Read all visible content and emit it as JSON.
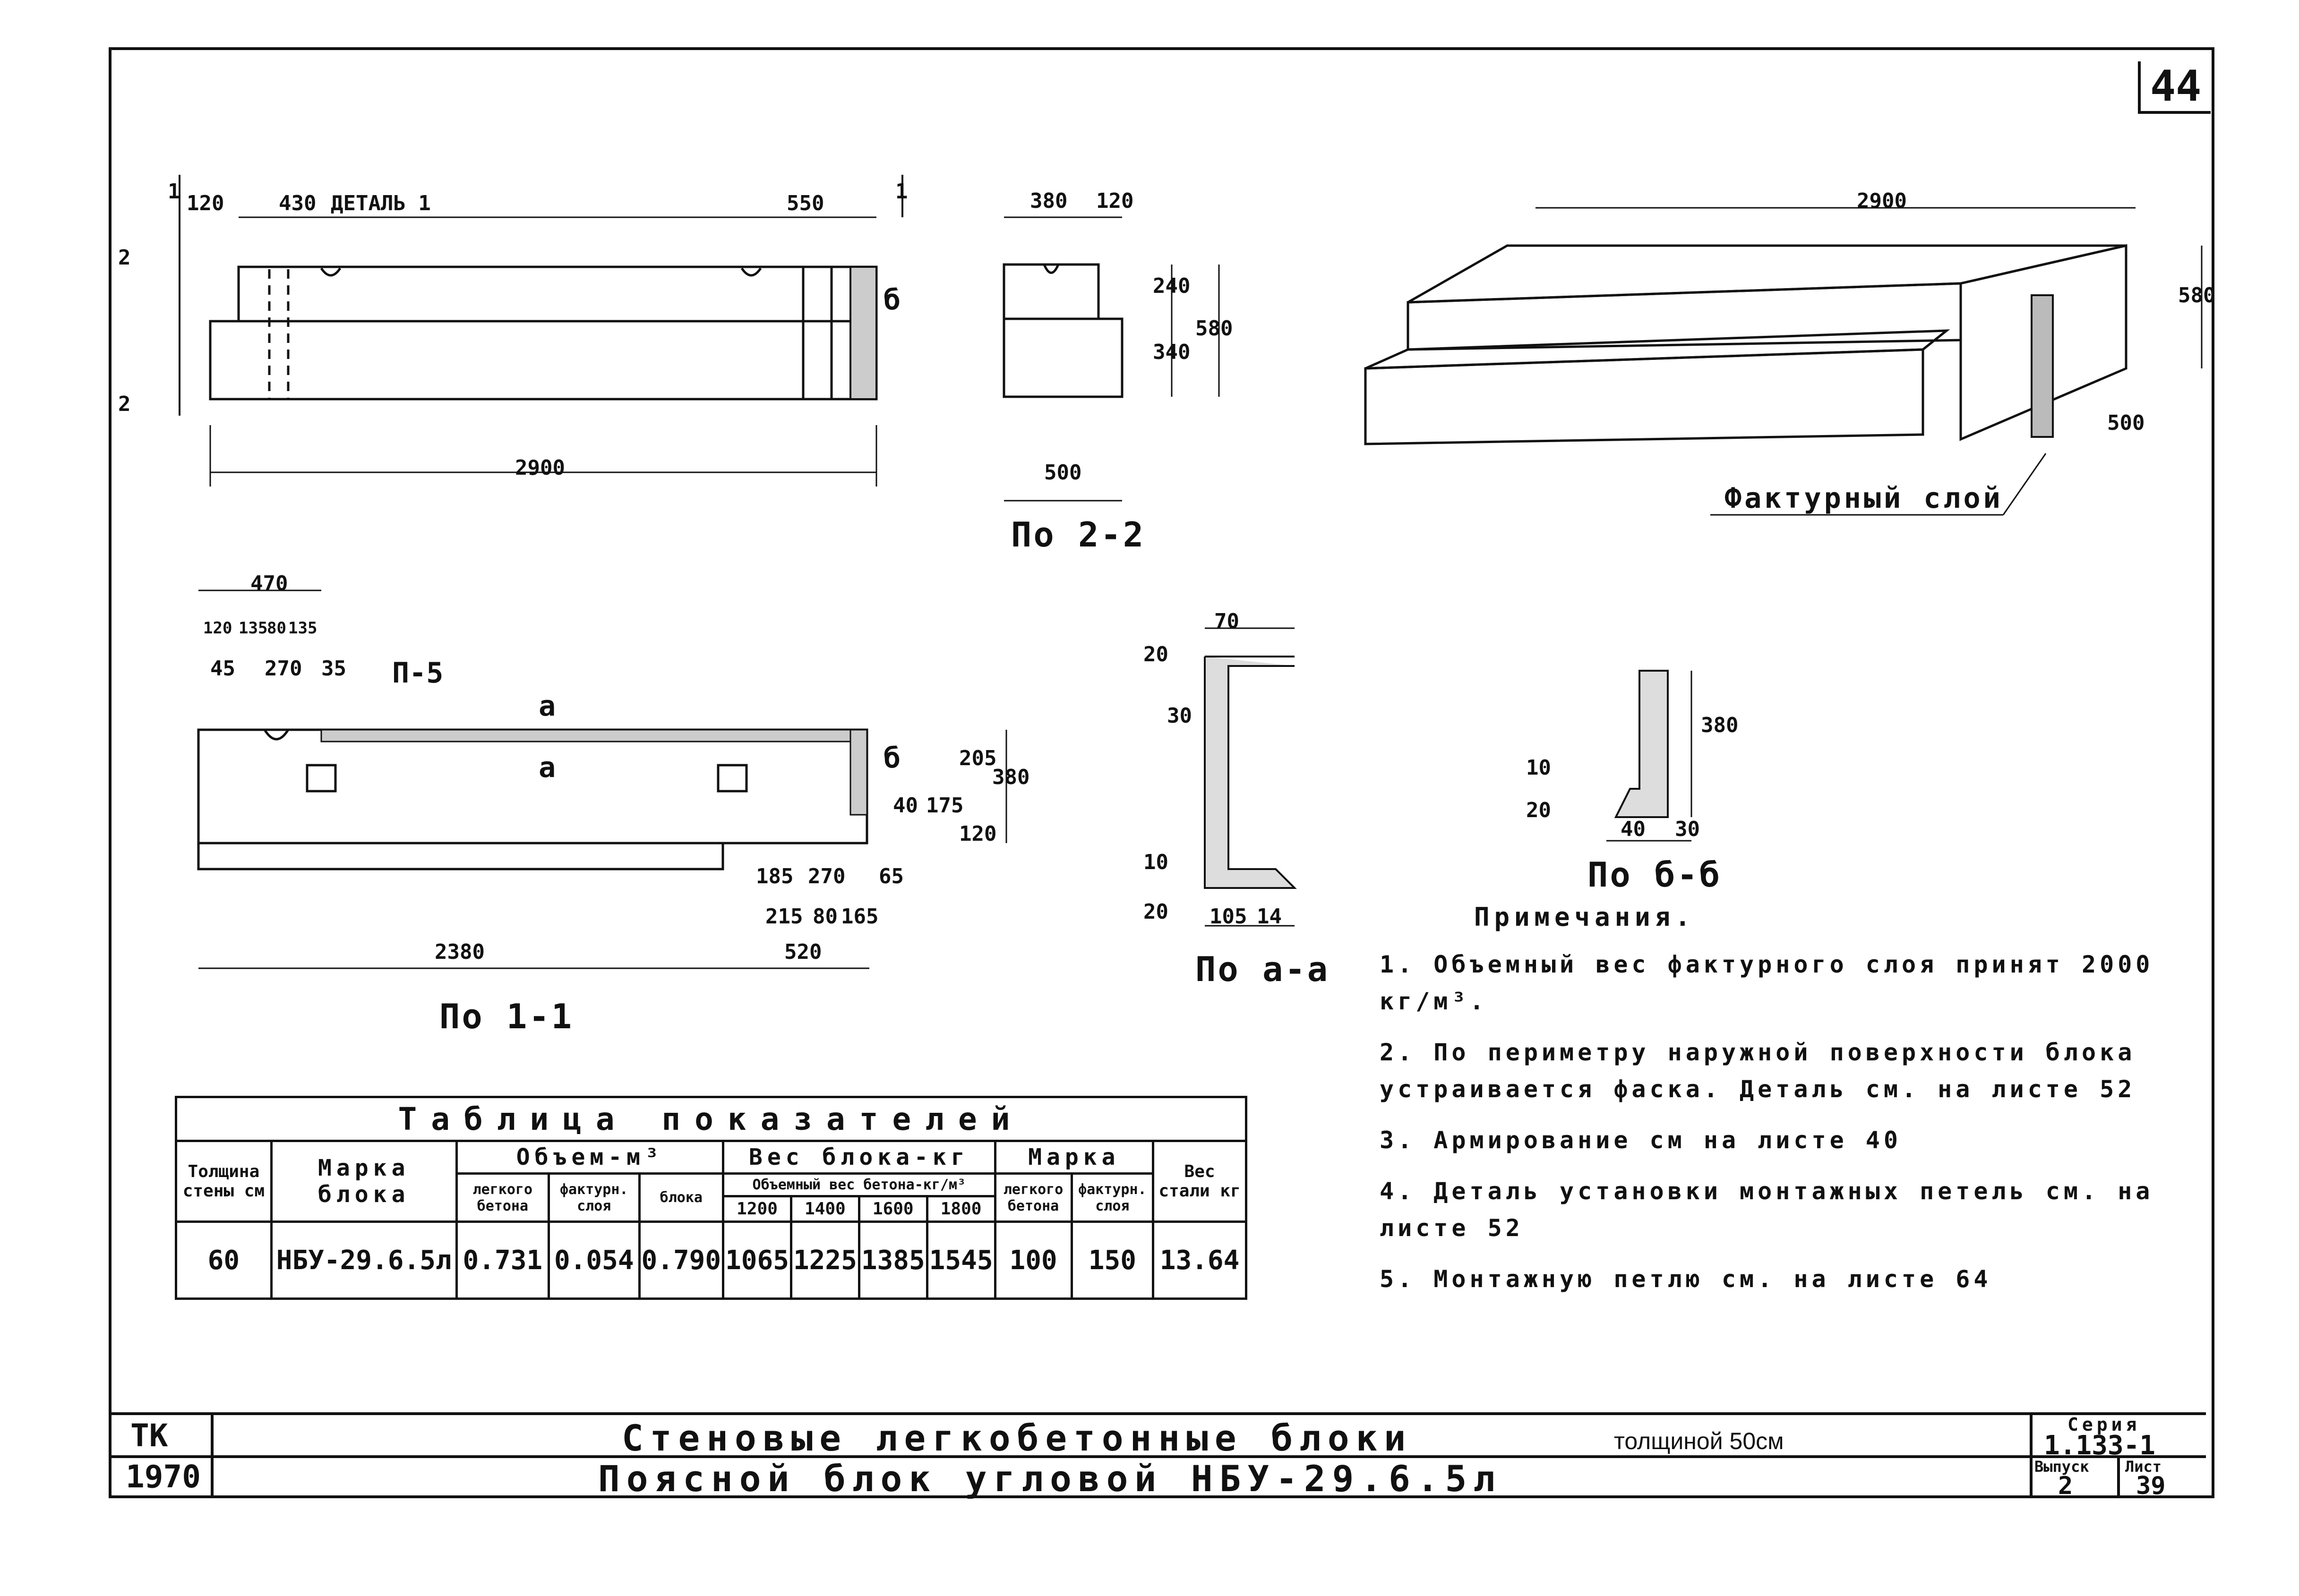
{
  "sheet_number": "44",
  "elevation": {
    "dims": {
      "d120": "120",
      "d430": "430",
      "d550": "550",
      "total": "2900",
      "detail": "ДЕТАЛЬ 1",
      "cut1": "1",
      "cut2": "2",
      "cutb": "б"
    }
  },
  "section22": {
    "caption": "По 2-2",
    "dims": {
      "d380": "380",
      "d120": "120",
      "d240": "240",
      "d340": "340",
      "d580": "580",
      "d500": "500"
    }
  },
  "iso": {
    "len": "2900",
    "h": "580",
    "w": "500",
    "layer": "Фактурный слой"
  },
  "plan": {
    "caption": "По 1-1",
    "dims": {
      "d470": "470",
      "d120": "120",
      "d135a": "135",
      "d80": "80",
      "d135b": "135",
      "d45": "45",
      "d270": "270",
      "d35": "35",
      "p5": "П-5",
      "a": "а",
      "b": "б",
      "d205": "205",
      "d380": "380",
      "d40": "40",
      "d175": "175",
      "d120r": "120",
      "d185": "185",
      "d270b": "270",
      "d65": "65",
      "d215": "215",
      "d80b": "80",
      "d165": "165",
      "d2380": "2380",
      "d520": "520"
    }
  },
  "sectionaa": {
    "caption": "По а-а",
    "dims": {
      "d70": "70",
      "d20": "20",
      "d30": "30",
      "d10": "10",
      "d20b": "20",
      "d105": "105",
      "d14": "14"
    }
  },
  "sectionbb": {
    "caption": "По б-б",
    "dims": {
      "d380": "380",
      "d10": "10",
      "d20": "20",
      "d40": "40",
      "d30": "30"
    }
  },
  "table": {
    "title": "Таблица показателей",
    "col_thickness": "Толщина стены см",
    "col_mark": "Марка блока",
    "grp_volume": "Объем-м³",
    "grp_weight": "Вес блока-кг",
    "grp_grade": "Марка",
    "col_steel": "Вес стали кг",
    "sub_light": "легкого бетона",
    "sub_face": "фактурн. слоя",
    "sub_block": "блока",
    "sub_density": "Объемный вес бетона-кг/м³",
    "densities": [
      "1200",
      "1400",
      "1600",
      "1800"
    ],
    "sub_grade_light": "легкого бетона",
    "sub_grade_face": "фактурн. слоя",
    "row": {
      "thickness": "60",
      "mark": "НБУ-29.6.5л",
      "v_light": "0.731",
      "v_face": "0.054",
      "v_block": "0.790",
      "w1200": "1065",
      "w1400": "1225",
      "w1600": "1385",
      "w1800": "1545",
      "g_light": "100",
      "g_face": "150",
      "steel": "13.64"
    }
  },
  "notes": {
    "title": "Примечания.",
    "items": [
      "1. Объемный вес фактурного слоя принят 2000 кг/м³.",
      "2. По периметру наружной поверхности блока устраивается фаска. Деталь см. на листе 52",
      "3. Армирование см на листе 40",
      "4. Деталь установки монтажных петель см. на листе 52",
      "5. Монтажную петлю см. на листе 64"
    ]
  },
  "title_block": {
    "code": "ТК",
    "year": "1970",
    "title": "Стеновые легкобетонные блоки",
    "title_suffix": "толщиной 50см",
    "subtitle": "Поясной блок угловой НБУ-29.6.5л",
    "series_label": "Серия",
    "series": "1.133-1",
    "issue_label": "Выпуск",
    "issue": "2",
    "sheet_label": "Лист",
    "sheet": "39"
  }
}
